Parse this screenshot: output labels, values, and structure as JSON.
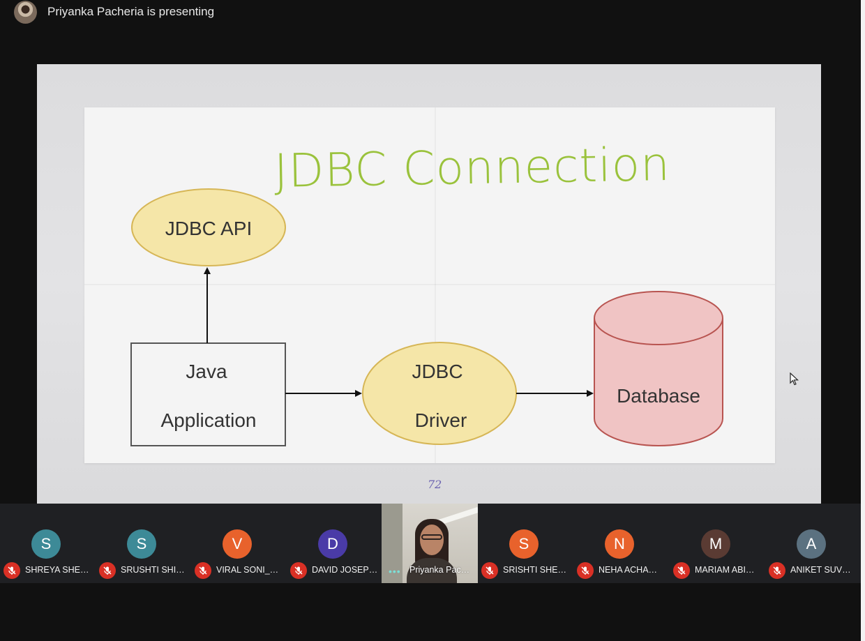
{
  "header": {
    "presenting_text": "Priyanka Pacheria is presenting"
  },
  "slide": {
    "title": "JDBC Connection",
    "nodes": {
      "api": "JDBC API",
      "java_line1": "Java",
      "java_line2": "Application",
      "driver_line1": "JDBC",
      "driver_line2": "Driver",
      "database": "Database"
    },
    "page_number": "72",
    "colors": {
      "title": "#9ac23c",
      "ellipse_fill": "#f5e6a8",
      "ellipse_stroke": "#d6b656",
      "db_fill": "#f0c4c4",
      "db_stroke": "#b85450"
    }
  },
  "participants": [
    {
      "initial": "S",
      "name": "SHREYA SHE…",
      "color": "#3d8a97",
      "muted": true
    },
    {
      "initial": "S",
      "name": "SRUSHTI SHI…",
      "color": "#3d8a97",
      "muted": true
    },
    {
      "initial": "V",
      "name": "VIRAL SONI_…",
      "color": "#e8622c",
      "muted": true
    },
    {
      "initial": "D",
      "name": "DAVID JOSEP…",
      "color": "#4a3ba7",
      "muted": true
    },
    {
      "initial": "",
      "name": "Priyanka Pac…",
      "color": "",
      "muted": false,
      "video": true
    },
    {
      "initial": "S",
      "name": "SRISHTI SHE…",
      "color": "#e8622c",
      "muted": true
    },
    {
      "initial": "N",
      "name": "NEHA ACHA…",
      "color": "#e8622c",
      "muted": true
    },
    {
      "initial": "M",
      "name": "MARIAM ABI…",
      "color": "#5a3b33",
      "muted": true
    },
    {
      "initial": "A",
      "name": "ANIKET SUV…",
      "color": "#5b7180",
      "muted": true
    }
  ],
  "icons": {
    "mic_off": "mic-off-icon",
    "more": "more-options-icon",
    "cursor": "mouse-pointer-icon"
  },
  "colors": {
    "background": "#111111",
    "strip": "#1f2023",
    "mic_off": "#d93025"
  }
}
